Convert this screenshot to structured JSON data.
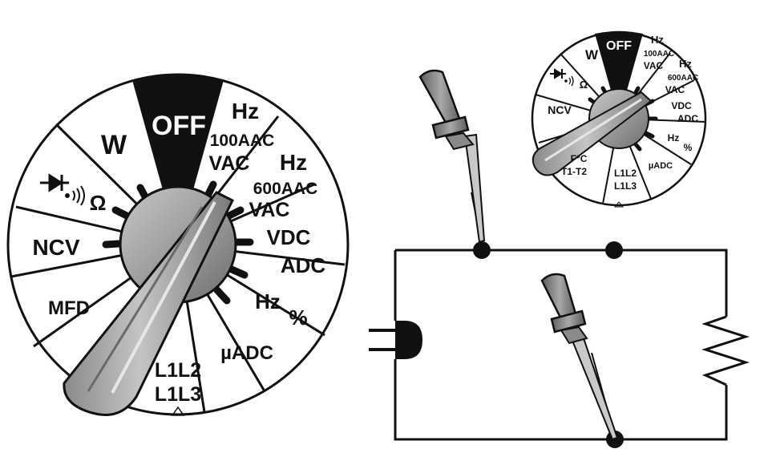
{
  "large_dial": {
    "labels": {
      "off": "OFF",
      "w": "W",
      "hz_100aac": "Hz",
      "hz_100aac_2": "100AAC",
      "hz_100aac_3": "VAC",
      "hz_600aac": "Hz",
      "hz_600aac_2": "600AAC",
      "hz_600aac_3": "VAC",
      "vdc": "VDC",
      "adc": "ADC",
      "hz_pct": "Hz",
      "pct": "%",
      "uadc": "µADC",
      "l1l2": "L1L2",
      "l1l3": "L1L3",
      "mfd": "MFD",
      "ncv": "NCV",
      "ohm": "Ω"
    }
  },
  "small_dial": {
    "labels": {
      "off": "OFF",
      "w": "W",
      "hz_100aac": "Hz",
      "hz_100aac_2": "100AAC",
      "hz_100aac_3": "VAC",
      "hz_600aac": "Hz",
      "hz_600aac_2": "600AAC",
      "hz_600aac_3": "VAC",
      "vdc": "VDC",
      "adc": "ADC",
      "hz_pct": "Hz",
      "pct": "%",
      "uadc": "µADC",
      "l1l2": "L1L2",
      "l1l3": "L1L3",
      "temp": "F°C",
      "temp_2": "T1-T2",
      "ncv": "NCV",
      "ohm": "Ω"
    }
  },
  "colors": {
    "ink": "#111111",
    "knob_fill": "#9a9a9a",
    "probe_fill": "#7d7d7d",
    "paper": "#ffffff"
  }
}
